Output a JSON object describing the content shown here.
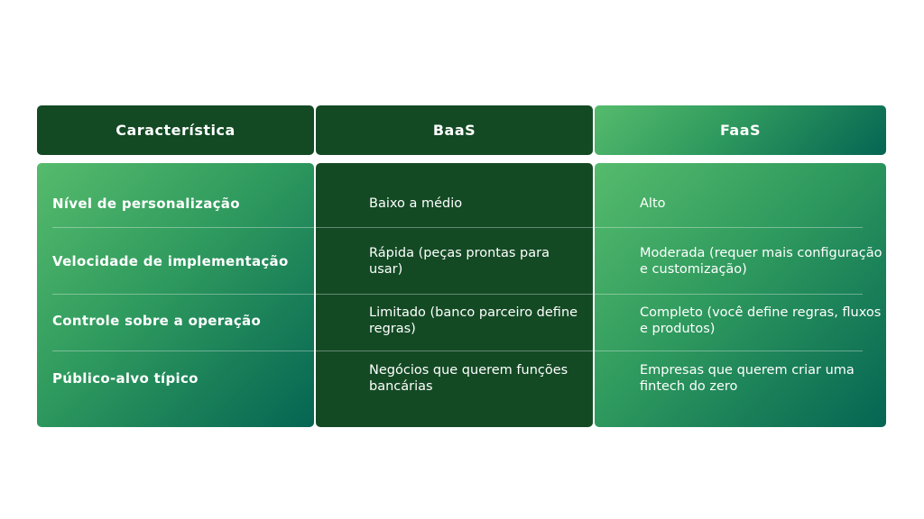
{
  "headers": [
    "Característica",
    "BaaS",
    "FaaS"
  ],
  "rows": [
    {
      "label": "Nível de personalização",
      "baas": "Baixo a médio",
      "faas": "Alto"
    },
    {
      "label": "Velocidade de implementação",
      "baas": "Rápida (peças prontas para usar)",
      "faas": "Moderada (requer mais configuração e customização)"
    },
    {
      "label": "Controle sobre a operação",
      "baas": "Limitado (banco parceiro define regras)",
      "faas": "Completo (você define regras, fluxos e produtos)"
    },
    {
      "label": "Público-alvo típico",
      "baas": "Negócios que querem funções bancárias",
      "faas": "Empresas que querem criar uma fintech do zero"
    }
  ],
  "colors": {
    "dark": "#134a24",
    "gradient_start": "#55bb6c",
    "gradient_end": "#056553"
  }
}
